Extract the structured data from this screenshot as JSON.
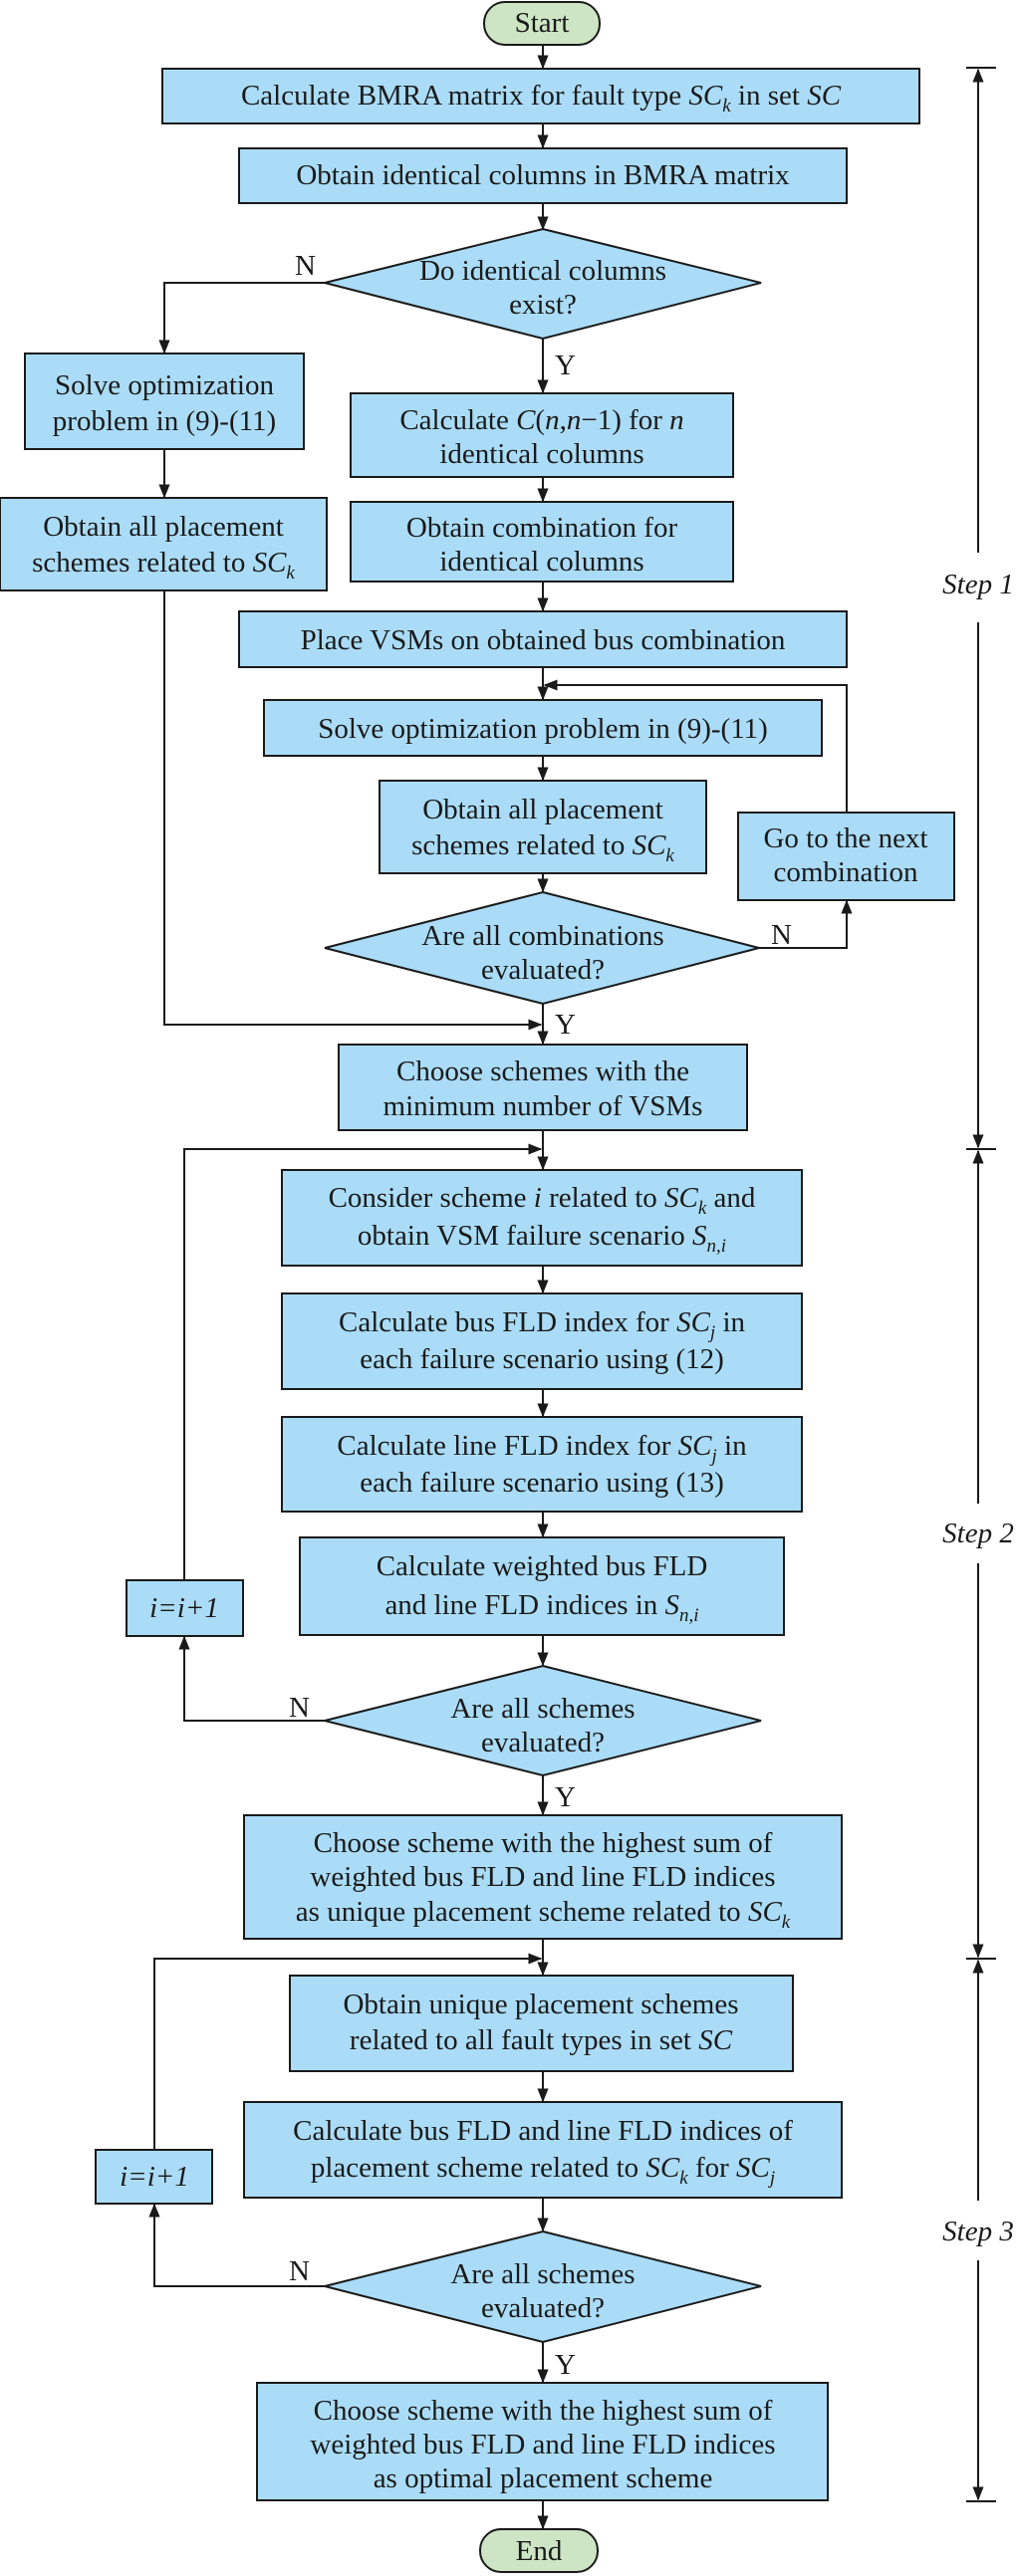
{
  "start": "Start",
  "end": "End",
  "label_yes": "Y",
  "label_no": "N",
  "steps": [
    "Step 1",
    "Step 2",
    "Step 3"
  ],
  "nodes": {
    "bmra": "Calculate BMRA matrix for fault type SCk in set SC",
    "identical_cols": "Obtain identical columns in BMRA matrix",
    "d_identical": [
      "Do identical columns",
      "exist?"
    ],
    "solve_left": [
      "Solve optimization",
      "problem in (9)-(11)"
    ],
    "obtain_left": [
      "Obtain all placement",
      "schemes related to SCk"
    ],
    "calc_cn": [
      "Calculate C(n,n−1) for n",
      "identical columns"
    ],
    "obtain_comb": [
      "Obtain combination for",
      "identical columns"
    ],
    "place_vsm": "Place VSMs on obtained bus combination",
    "solve_mid": "Solve optimization problem in (9)-(11)",
    "obtain_mid": [
      "Obtain all placement",
      "schemes related to SCk"
    ],
    "next_comb": [
      "Go to the next",
      "combination"
    ],
    "d_combos": [
      "Are all combinations",
      "evaluated?"
    ],
    "choose_min": [
      "Choose schemes with the",
      "minimum number of VSMs"
    ],
    "consider": [
      "Consider scheme i related to SCk and",
      "obtain VSM failure scenario Sn,i"
    ],
    "bus_fld": [
      "Calculate bus FLD index for SCj in",
      "each failure scenario using (12)"
    ],
    "line_fld": [
      "Calculate line FLD index for SCj in",
      "each failure scenario using (13)"
    ],
    "weighted": [
      "Calculate weighted bus FLD",
      "and line FLD indices in Sn,i"
    ],
    "incr_1": "i=i+1",
    "d_schemes_1": [
      "Are all schemes",
      "evaluated?"
    ],
    "choose_unique": [
      "Choose scheme with the highest sum of",
      "weighted bus FLD and line FLD indices",
      "as unique placement scheme related to SCk"
    ],
    "obtain_unique": [
      "Obtain unique placement schemes",
      "related to all fault types in set SC"
    ],
    "calc_all": [
      "Calculate bus FLD and line FLD indices of",
      "placement scheme related to SCk for SCj"
    ],
    "incr_2": "i=i+1",
    "d_schemes_2": [
      "Are all schemes",
      "evaluated?"
    ],
    "choose_optimal": [
      "Choose scheme with the highest sum of",
      "weighted bus FLD and line FLD indices",
      "as optimal placement scheme"
    ]
  },
  "colors": {
    "process": "#aadcf7",
    "terminal": "#cde5c4",
    "line": "#1a1a1a"
  }
}
